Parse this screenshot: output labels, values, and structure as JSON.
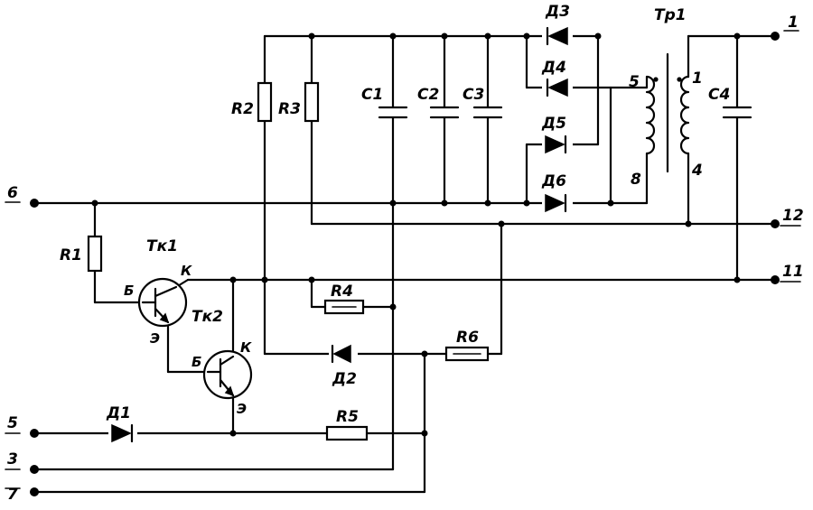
{
  "resistors": {
    "r1": "R1",
    "r2": "R2",
    "r3": "R3",
    "r4": "R4",
    "r5": "R5",
    "r6": "R6"
  },
  "capacitors": {
    "c1": "C1",
    "c2": "C2",
    "c3": "C3",
    "c4": "C4"
  },
  "diodes": {
    "d1": "Д1",
    "d2": "Д2",
    "d3": "Д3",
    "d4": "Д4",
    "d5": "Д5",
    "d6": "Д6"
  },
  "transistors": {
    "tk1": "Тк1",
    "tk2": "Тк2",
    "tk1_base": "Б",
    "tk1_collector": "К",
    "tk1_emitter": "Э",
    "tk2_base": "Б",
    "tk2_collector": "К",
    "tk2_emitter": "Э"
  },
  "transformer": {
    "name": "Тр1",
    "pin5": "5",
    "pin8": "8",
    "pin1": "1",
    "pin4": "4"
  },
  "terminals": {
    "t1": "1",
    "t12": "12",
    "t11": "11",
    "t6": "6",
    "t5": "5",
    "t3": "3",
    "t7": "7"
  }
}
